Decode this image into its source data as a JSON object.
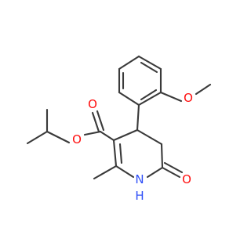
{
  "molecule": {
    "atoms": [
      {
        "id": "O_ester",
        "symbol": "O",
        "color": "#ff0d0d"
      },
      {
        "id": "O_carbonyl_ester",
        "symbol": "O",
        "color": "#ff0d0d"
      },
      {
        "id": "O_methoxy",
        "symbol": "O",
        "color": "#ff0d0d"
      },
      {
        "id": "O_lactam",
        "symbol": "O",
        "color": "#ff0d0d"
      },
      {
        "id": "N_ring",
        "symbol": "N",
        "color": "#3050f8"
      },
      {
        "id": "H_ring",
        "symbol": "H",
        "color": "#3050f8"
      }
    ],
    "bond_color": "#3a3a3a"
  }
}
